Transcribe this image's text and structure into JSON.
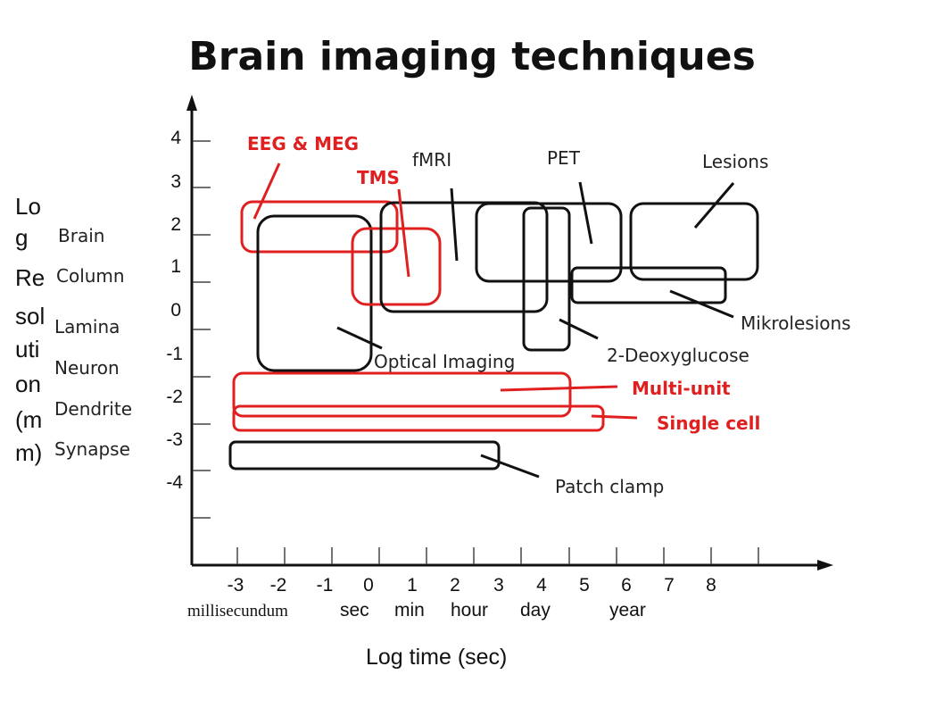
{
  "title": "Brain imaging techniques",
  "axes": {
    "x_title": "Log time (sec)",
    "y_title_lines": [
      "Lo",
      "g",
      "Re",
      "sol",
      "uti",
      "on",
      "(m",
      "m)"
    ],
    "y_ticks": [
      "4",
      "3",
      "2",
      "1",
      "0",
      "-1",
      "-2",
      "-3",
      "-4"
    ],
    "x_ticks": [
      "-3",
      "-2",
      "-1",
      "0",
      "1",
      "2",
      "3",
      "4",
      "5",
      "6",
      "7",
      "8"
    ],
    "x_units": [
      "millisecundum",
      "sec",
      "min",
      "hour",
      "day",
      "year"
    ],
    "scale_labels": [
      "Brain",
      "Column",
      "Lamina",
      "Neuron",
      "Dendrite",
      "Synapse"
    ]
  },
  "techniques": {
    "eeg": "EEG & MEG",
    "tms": "TMS",
    "fmri": "fMRI",
    "pet": "PET",
    "lesions": "Lesions",
    "mikrolesions": "Mikrolesions",
    "optical": "Optical Imaging",
    "deoxy": "2-Deoxyglucose",
    "multiunit": "Multi-unit",
    "singlecell": "Single cell",
    "patch": "Patch clamp"
  },
  "colors": {
    "red": "#e02020",
    "black": "#111111"
  }
}
